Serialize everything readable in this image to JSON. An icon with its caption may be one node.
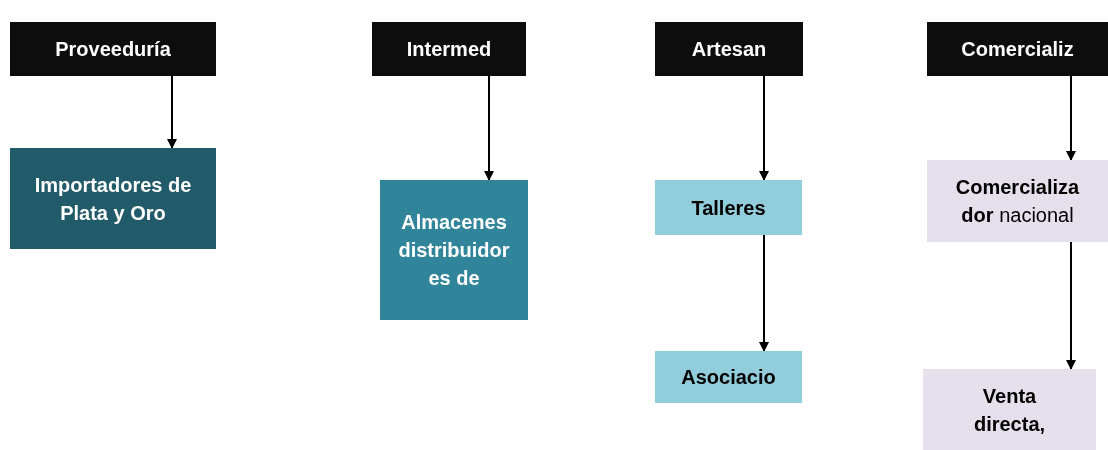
{
  "diagram": {
    "nodes": [
      {
        "text": [
          "Proveeduría"
        ]
      },
      {
        "text": [
          "Intermed"
        ]
      },
      {
        "text": [
          "Artesan"
        ]
      },
      {
        "text": [
          "Comercializ"
        ]
      },
      {
        "text": [
          "Importadores de Plata y Oro"
        ]
      },
      {
        "text": [
          "Almacenes distribuidores de"
        ]
      },
      {
        "text": [
          "Talleres"
        ]
      },
      {
        "text": [
          "Asociacio"
        ]
      },
      {
        "text": [
          "**Comercializador** nacional"
        ]
      },
      {
        "text": [
          "Venta directa,"
        ]
      }
    ],
    "edges": [
      {
        "from": 0,
        "to": 4,
        "arrow": "to"
      },
      {
        "from": 1,
        "to": 5,
        "arrow": "to"
      },
      {
        "from": 2,
        "to": 6,
        "arrow": "to"
      },
      {
        "from": 6,
        "to": 7,
        "arrow": "to"
      },
      {
        "from": 3,
        "to": 8,
        "arrow": "to"
      },
      {
        "from": 8,
        "to": 9,
        "arrow": "to"
      }
    ]
  }
}
